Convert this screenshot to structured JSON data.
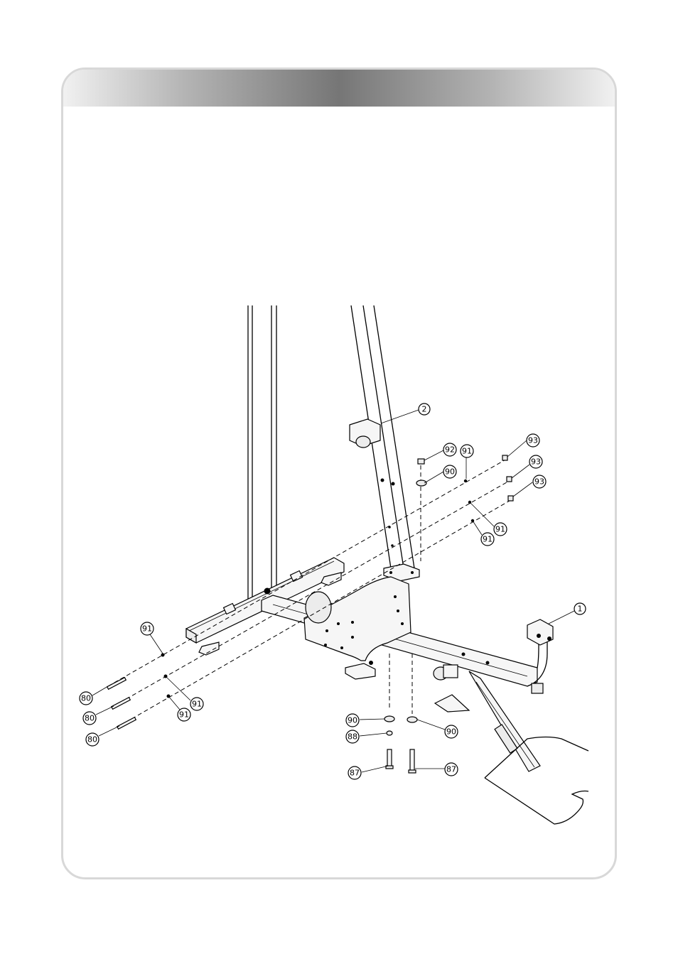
{
  "callouts": {
    "c1": "1",
    "c2": "2",
    "c92": "92",
    "c91a": "91",
    "c90a": "90",
    "c93a": "93",
    "c93b": "93",
    "c93c": "93",
    "c91b": "91",
    "c91c": "91",
    "c91d": "91",
    "c91e": "91",
    "c91f": "91",
    "c80a": "80",
    "c80b": "80",
    "c80c": "80",
    "c90b": "90",
    "c90c": "90",
    "c88": "88",
    "c87a": "87",
    "c87b": "87"
  },
  "colors": {
    "frame_border": "#d8d8d8",
    "header_gradient_dark": "#767676",
    "header_gradient_light": "#f1f1f1",
    "line": "#000000"
  }
}
